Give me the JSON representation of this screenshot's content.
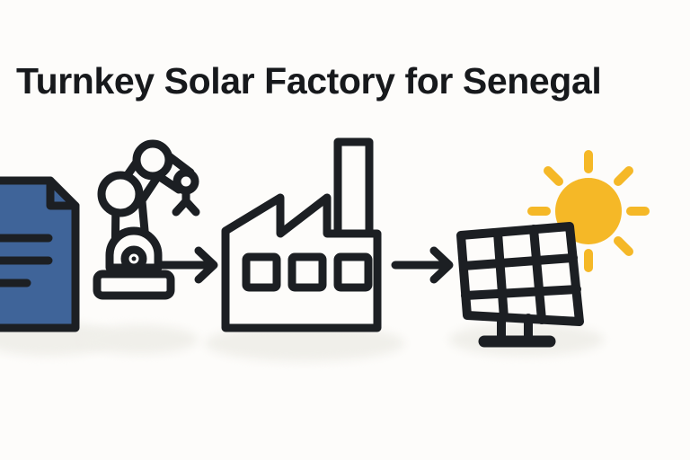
{
  "page": {
    "title": "Turnkey Solar Factory for Senegal",
    "background_color": "#fdfcfa"
  },
  "colors": {
    "title_text": "#17191c",
    "outline_dark": "#1c1f23",
    "document_fill": "#3f6499",
    "sun_yellow": "#f5b827",
    "shadow": "#f0efea",
    "icon_inner_fill": "#ffffff"
  },
  "illustration": {
    "alt": "Process flow from documents to robotic manufacturing to factory to solar panels under the sun",
    "steps": [
      {
        "id": "document",
        "icon_name": "document-icon",
        "label": "Document",
        "fill": "#3f6499",
        "line_count": 3
      },
      {
        "id": "robot-arm",
        "icon_name": "robot-arm-icon",
        "label": "Robotic Arm",
        "fill": "#1c1f23"
      },
      {
        "id": "factory",
        "icon_name": "factory-icon",
        "label": "Factory",
        "fill": "#1c1f23",
        "window_count": 3,
        "chimney": true
      },
      {
        "id": "solar-panel",
        "icon_name": "solar-panel-icon",
        "label": "Solar Panel",
        "fill": "#1c1f23",
        "grid_rows": 3,
        "grid_cols": 3
      },
      {
        "id": "sun",
        "icon_name": "sun-icon",
        "label": "Sun",
        "fill": "#f5b827",
        "ray_count": 8
      }
    ],
    "connectors": [
      {
        "id": "arrow-1",
        "icon_name": "arrow-right-icon",
        "from": "robot-arm",
        "to": "factory"
      },
      {
        "id": "arrow-2",
        "icon_name": "arrow-right-icon",
        "from": "factory",
        "to": "solar-panel"
      }
    ]
  }
}
